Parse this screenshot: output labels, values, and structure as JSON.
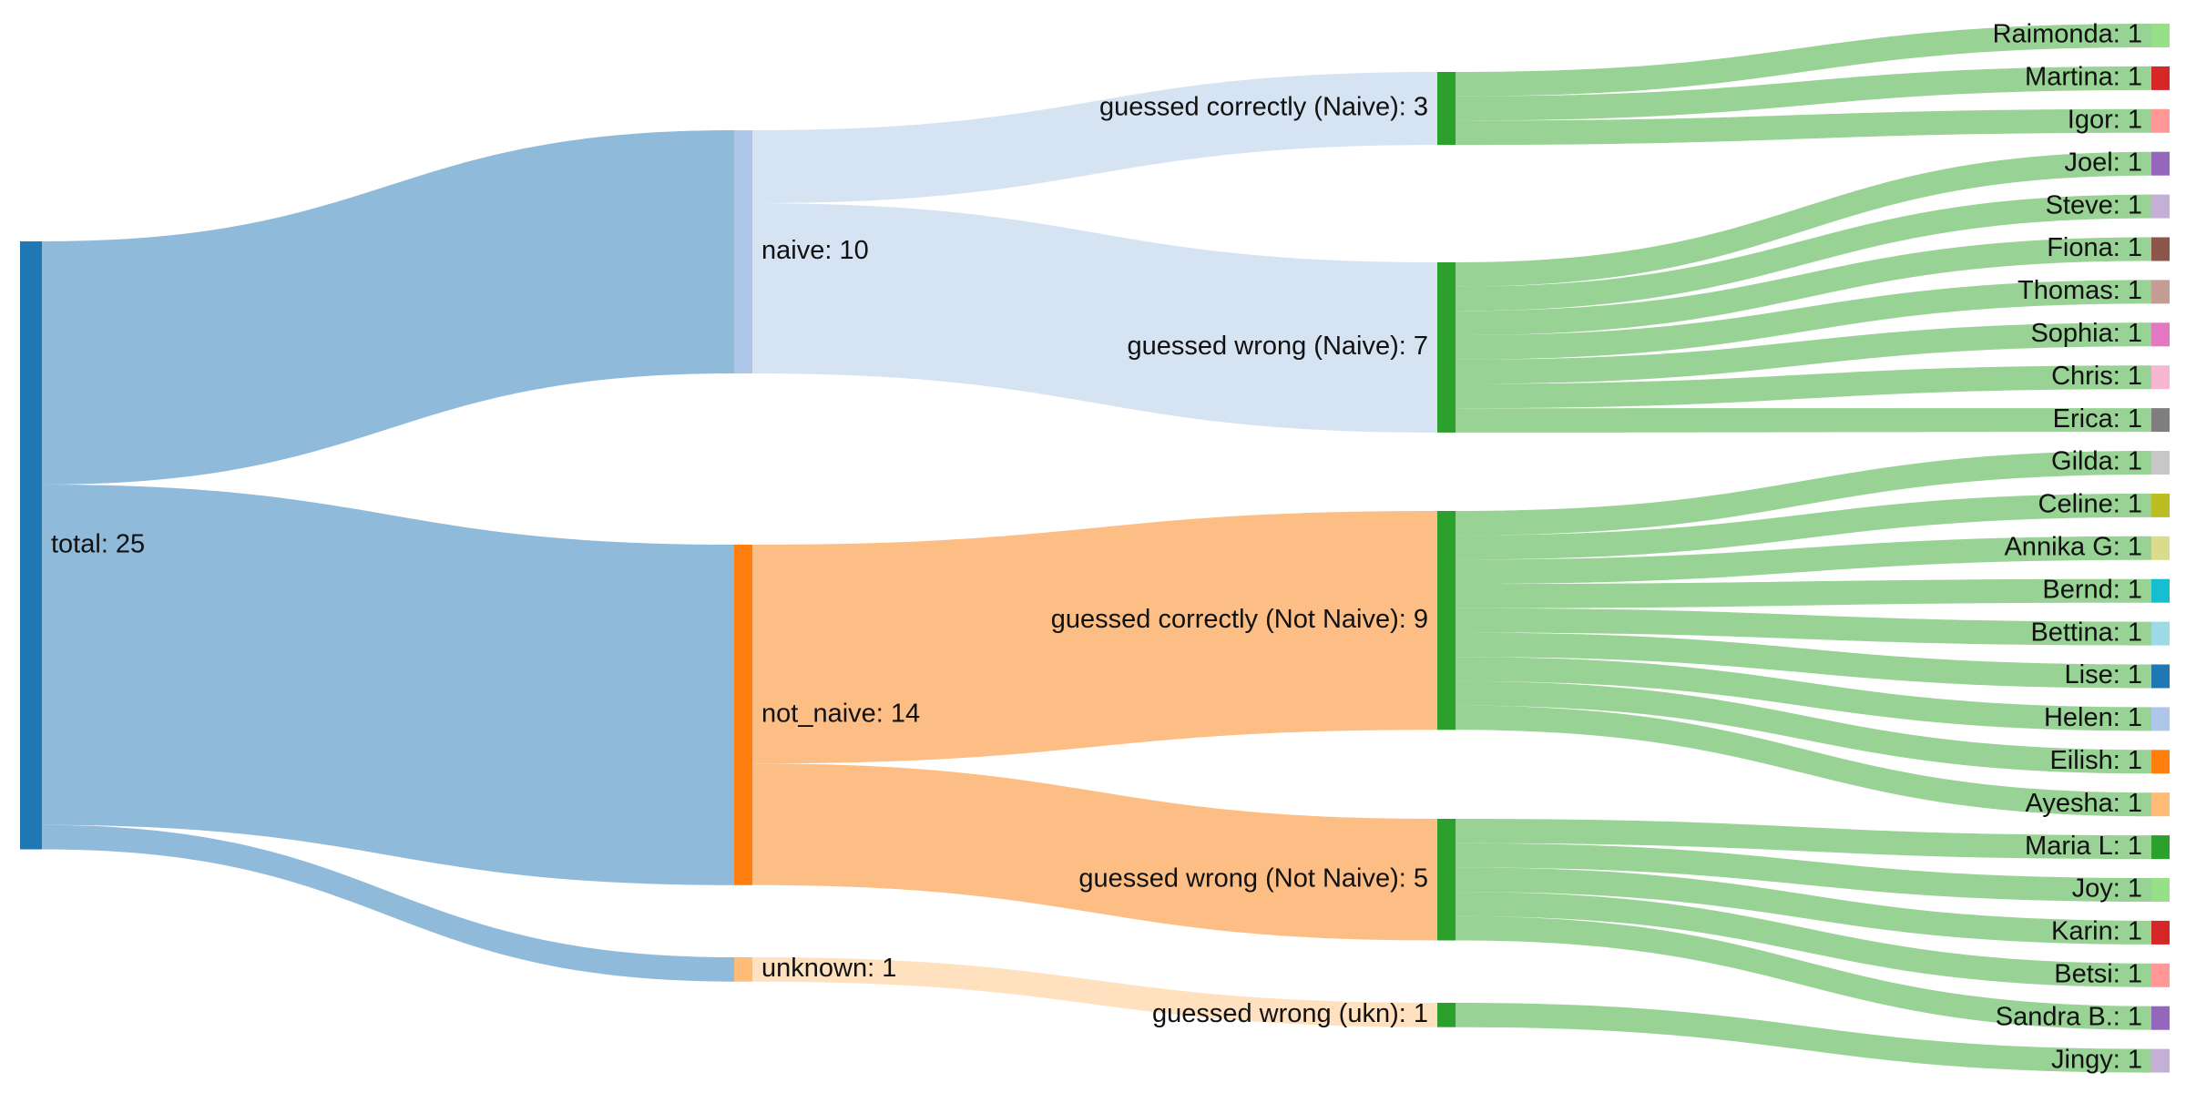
{
  "chart_data": {
    "type": "sankey",
    "nodes": [
      {
        "id": "total",
        "label": "total: 25",
        "value": 25,
        "color": "#1f77b4"
      },
      {
        "id": "naive",
        "label": "naive: 10",
        "value": 10,
        "color": "#aec7e8"
      },
      {
        "id": "not_naive",
        "label": "not_naive: 14",
        "value": 14,
        "color": "#ff7f0e"
      },
      {
        "id": "unknown",
        "label": "unknown: 1",
        "value": 1,
        "color": "#ffbb78"
      },
      {
        "id": "gc_naive",
        "label": "guessed correctly (Naive): 3",
        "value": 3,
        "color": "#2ca02c"
      },
      {
        "id": "gw_naive",
        "label": "guessed wrong (Naive): 7",
        "value": 7,
        "color": "#2ca02c"
      },
      {
        "id": "gc_not_naive",
        "label": "guessed correctly (Not Naive): 9",
        "value": 9,
        "color": "#2ca02c"
      },
      {
        "id": "gw_not_naive",
        "label": "guessed wrong (Not Naive): 5",
        "value": 5,
        "color": "#2ca02c"
      },
      {
        "id": "gw_ukn",
        "label": "guessed wrong (ukn): 1",
        "value": 1,
        "color": "#2ca02c"
      },
      {
        "id": "raimonda",
        "label": "Raimonda: 1",
        "value": 1,
        "color": "#98df8a"
      },
      {
        "id": "martina",
        "label": "Martina: 1",
        "value": 1,
        "color": "#d62728"
      },
      {
        "id": "igor",
        "label": "Igor: 1",
        "value": 1,
        "color": "#ff9896"
      },
      {
        "id": "joel",
        "label": "Joel: 1",
        "value": 1,
        "color": "#9467bd"
      },
      {
        "id": "steve",
        "label": "Steve: 1",
        "value": 1,
        "color": "#c5b0d5"
      },
      {
        "id": "fiona",
        "label": "Fiona: 1",
        "value": 1,
        "color": "#8c564b"
      },
      {
        "id": "thomas",
        "label": "Thomas: 1",
        "value": 1,
        "color": "#c49c94"
      },
      {
        "id": "sophia",
        "label": "Sophia: 1",
        "value": 1,
        "color": "#e377c2"
      },
      {
        "id": "chris",
        "label": "Chris: 1",
        "value": 1,
        "color": "#f7b6d2"
      },
      {
        "id": "erica",
        "label": "Erica: 1",
        "value": 1,
        "color": "#7f7f7f"
      },
      {
        "id": "gilda",
        "label": "Gilda: 1",
        "value": 1,
        "color": "#c7c7c7"
      },
      {
        "id": "celine",
        "label": "Celine: 1",
        "value": 1,
        "color": "#bcbd22"
      },
      {
        "id": "annika",
        "label": "Annika G: 1",
        "value": 1,
        "color": "#dbdb8d"
      },
      {
        "id": "bernd",
        "label": "Bernd: 1",
        "value": 1,
        "color": "#17becf"
      },
      {
        "id": "bettina",
        "label": "Bettina: 1",
        "value": 1,
        "color": "#9edae5"
      },
      {
        "id": "lise",
        "label": "Lise: 1",
        "value": 1,
        "color": "#1f77b4"
      },
      {
        "id": "helen",
        "label": "Helen: 1",
        "value": 1,
        "color": "#aec7e8"
      },
      {
        "id": "eilish",
        "label": "Eilish: 1",
        "value": 1,
        "color": "#ff7f0e"
      },
      {
        "id": "ayesha",
        "label": "Ayesha: 1",
        "value": 1,
        "color": "#ffbb78"
      },
      {
        "id": "maria",
        "label": "Maria L: 1",
        "value": 1,
        "color": "#2ca02c"
      },
      {
        "id": "joy",
        "label": "Joy: 1",
        "value": 1,
        "color": "#98df8a"
      },
      {
        "id": "karin",
        "label": "Karin: 1",
        "value": 1,
        "color": "#d62728"
      },
      {
        "id": "betsi",
        "label": "Betsi: 1",
        "value": 1,
        "color": "#ff9896"
      },
      {
        "id": "sandra",
        "label": "Sandra B.: 1",
        "value": 1,
        "color": "#9467bd"
      },
      {
        "id": "jingy",
        "label": "Jingy: 1",
        "value": 1,
        "color": "#c5b0d5"
      }
    ],
    "links": [
      {
        "source": "total",
        "target": "naive",
        "value": 10
      },
      {
        "source": "total",
        "target": "not_naive",
        "value": 14
      },
      {
        "source": "total",
        "target": "unknown",
        "value": 1
      },
      {
        "source": "naive",
        "target": "gc_naive",
        "value": 3
      },
      {
        "source": "naive",
        "target": "gw_naive",
        "value": 7
      },
      {
        "source": "not_naive",
        "target": "gc_not_naive",
        "value": 9
      },
      {
        "source": "not_naive",
        "target": "gw_not_naive",
        "value": 5
      },
      {
        "source": "unknown",
        "target": "gw_ukn",
        "value": 1
      },
      {
        "source": "gc_naive",
        "target": "raimonda",
        "value": 1
      },
      {
        "source": "gc_naive",
        "target": "martina",
        "value": 1
      },
      {
        "source": "gc_naive",
        "target": "igor",
        "value": 1
      },
      {
        "source": "gw_naive",
        "target": "joel",
        "value": 1
      },
      {
        "source": "gw_naive",
        "target": "steve",
        "value": 1
      },
      {
        "source": "gw_naive",
        "target": "fiona",
        "value": 1
      },
      {
        "source": "gw_naive",
        "target": "thomas",
        "value": 1
      },
      {
        "source": "gw_naive",
        "target": "sophia",
        "value": 1
      },
      {
        "source": "gw_naive",
        "target": "chris",
        "value": 1
      },
      {
        "source": "gw_naive",
        "target": "erica",
        "value": 1
      },
      {
        "source": "gc_not_naive",
        "target": "gilda",
        "value": 1
      },
      {
        "source": "gc_not_naive",
        "target": "celine",
        "value": 1
      },
      {
        "source": "gc_not_naive",
        "target": "annika",
        "value": 1
      },
      {
        "source": "gc_not_naive",
        "target": "bernd",
        "value": 1
      },
      {
        "source": "gc_not_naive",
        "target": "bettina",
        "value": 1
      },
      {
        "source": "gc_not_naive",
        "target": "lise",
        "value": 1
      },
      {
        "source": "gc_not_naive",
        "target": "helen",
        "value": 1
      },
      {
        "source": "gc_not_naive",
        "target": "eilish",
        "value": 1
      },
      {
        "source": "gc_not_naive",
        "target": "ayesha",
        "value": 1
      },
      {
        "source": "gw_not_naive",
        "target": "maria",
        "value": 1
      },
      {
        "source": "gw_not_naive",
        "target": "joy",
        "value": 1
      },
      {
        "source": "gw_not_naive",
        "target": "karin",
        "value": 1
      },
      {
        "source": "gw_not_naive",
        "target": "betsi",
        "value": 1
      },
      {
        "source": "gw_not_naive",
        "target": "sandra",
        "value": 1
      },
      {
        "source": "gw_ukn",
        "target": "jingy",
        "value": 1
      }
    ]
  }
}
